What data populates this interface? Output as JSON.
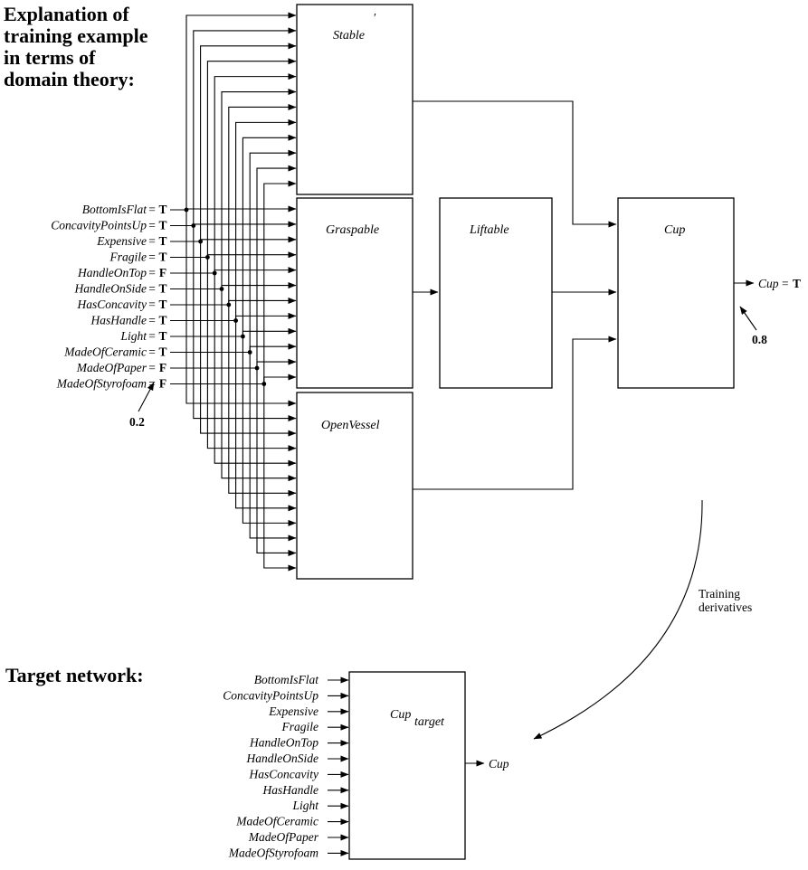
{
  "headings": {
    "explanation": [
      "Explanation of",
      "training example",
      "in terms of",
      "domain theory:"
    ],
    "target": "Target network:"
  },
  "inputs": [
    {
      "name": "BottomIsFlat",
      "value": "T"
    },
    {
      "name": "ConcavityPointsUp",
      "value": "T"
    },
    {
      "name": "Expensive",
      "value": "T"
    },
    {
      "name": "Fragile",
      "value": "T"
    },
    {
      "name": "HandleOnTop",
      "value": "F"
    },
    {
      "name": "HandleOnSide",
      "value": "T"
    },
    {
      "name": "HasConcavity",
      "value": "T"
    },
    {
      "name": "HasHandle",
      "value": "T"
    },
    {
      "name": "Light",
      "value": "T"
    },
    {
      "name": "MadeOfCeramic",
      "value": "T"
    },
    {
      "name": "MadeOfPaper",
      "value": "F"
    },
    {
      "name": "MadeOfStyrofoam",
      "value": "F"
    }
  ],
  "equals_sign": "=",
  "units": {
    "stable": "Stable",
    "graspable": "Graspable",
    "openvessel": "OpenVessel",
    "liftable": "Liftable",
    "cup": "Cup"
  },
  "output": {
    "name": "Cup",
    "value": "T",
    "annotation": "0.8"
  },
  "input_annotation": "0.2",
  "arc_label": [
    "Training",
    "derivatives"
  ],
  "target_network": {
    "box_label_main": "Cup",
    "box_label_sub": "target",
    "output": "Cup",
    "inputs": [
      "BottomIsFlat",
      "ConcavityPointsUp",
      "Expensive",
      "Fragile",
      "HandleOnTop",
      "HandleOnSide",
      "HasConcavity",
      "HasHandle",
      "Light",
      "MadeOfCeramic",
      "MadeOfPaper",
      "MadeOfStyrofoam"
    ]
  }
}
